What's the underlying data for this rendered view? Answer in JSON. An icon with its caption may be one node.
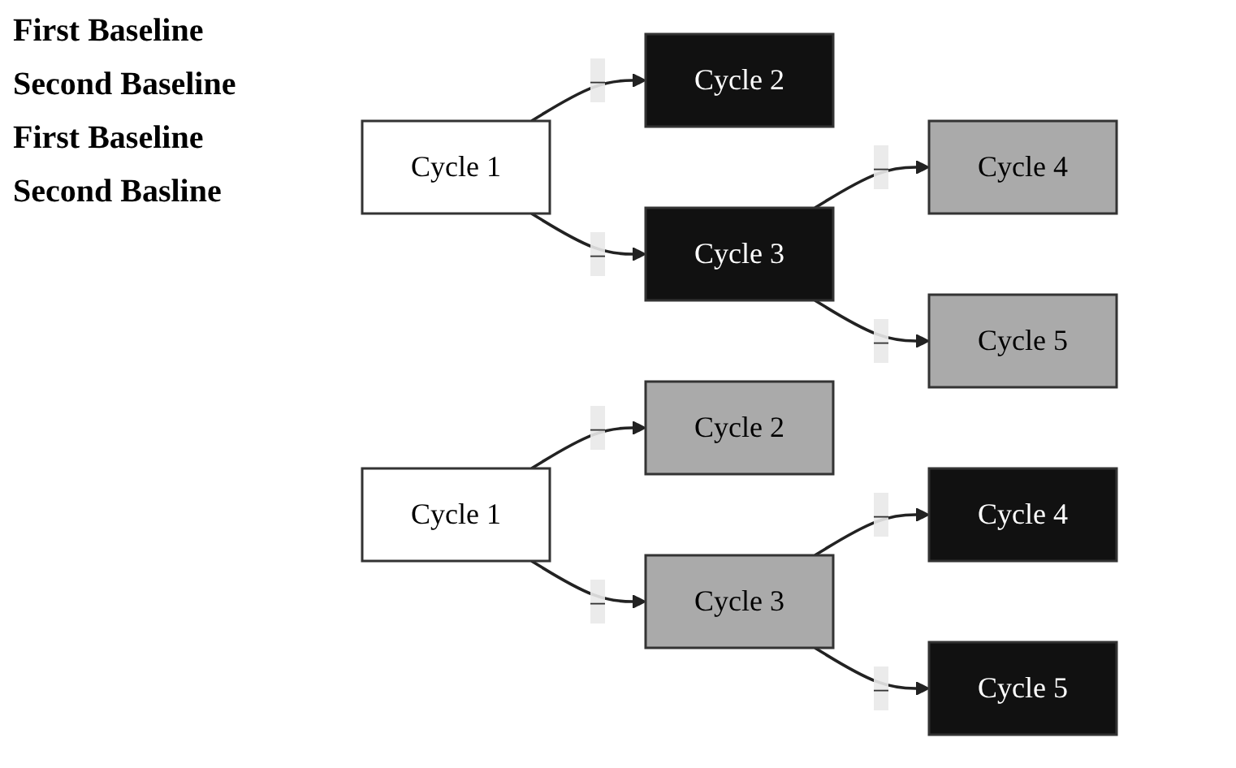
{
  "diagram": {
    "nodes": [
      {
        "text": [
          "Cycle 1"
        ]
      },
      {
        "text": [
          "Cycle 2"
        ]
      },
      {
        "text": [
          "Cycle 3"
        ]
      },
      {
        "text": [
          "Cycle 4"
        ]
      },
      {
        "text": [
          "Cycle 5"
        ]
      },
      {
        "text": [
          "Cycle 1"
        ]
      },
      {
        "text": [
          "Cycle 2"
        ]
      },
      {
        "text": [
          "Cycle 3"
        ]
      },
      {
        "text": [
          "Cycle 4"
        ]
      },
      {
        "text": [
          "Cycle 5"
        ]
      }
    ],
    "edges": [
      {
        "from": 0,
        "to": 1,
        "arrow": "to",
        "label": "–"
      },
      {
        "from": 0,
        "to": 2,
        "arrow": "to",
        "label": "–"
      },
      {
        "from": 2,
        "to": 3,
        "arrow": "to",
        "label": "–"
      },
      {
        "from": 2,
        "to": 4,
        "arrow": "to",
        "label": "–"
      },
      {
        "from": 5,
        "to": 6,
        "arrow": "to",
        "label": "–"
      },
      {
        "from": 5,
        "to": 7,
        "arrow": "to",
        "label": "–"
      },
      {
        "from": 7,
        "to": 8,
        "arrow": "to",
        "label": "–"
      },
      {
        "from": 7,
        "to": 9,
        "arrow": "to",
        "label": "–"
      }
    ],
    "labels": [
      "First Baseline",
      "Second Baseline",
      "First Baseline",
      "Second Basline"
    ]
  }
}
